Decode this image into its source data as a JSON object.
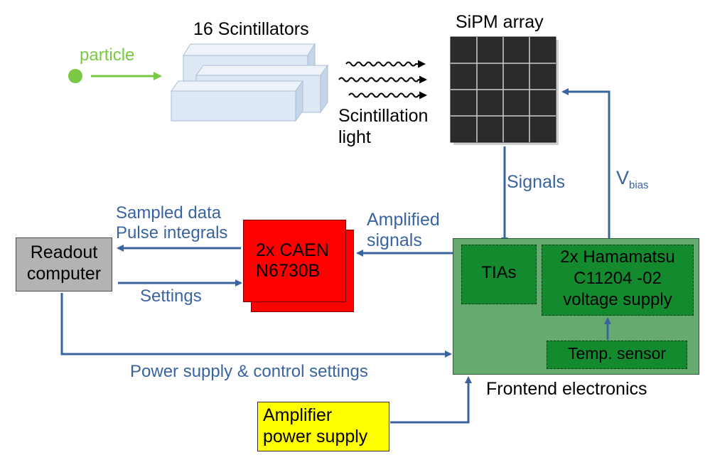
{
  "labels": {
    "particle": "particle",
    "scintillators": "16 Scintillators",
    "sipm": "SiPM array",
    "scint_light_1": "Scintillation",
    "scint_light_2": "light",
    "signals": "Signals",
    "vbias_main": "V",
    "vbias_sub": "bias",
    "sampled_data": "Sampled data",
    "pulse_integrals": "Pulse integrals",
    "amplified_1": "Amplified",
    "amplified_2": "signals",
    "settings": "Settings",
    "power_control": "Power supply & control settings",
    "frontend": "Frontend electronics"
  },
  "boxes": {
    "readout_1": "Readout",
    "readout_2": "computer",
    "caen_1": "2x CAEN",
    "caen_2": "N6730B",
    "tias": "TIAs",
    "hamamatsu_1": "2x Hamamatsu",
    "hamamatsu_2": "C11204 -02",
    "hamamatsu_3": "voltage supply",
    "temp_sensor": "Temp. sensor",
    "amp_ps_1": "Amplifier",
    "amp_ps_2": "power supply"
  },
  "colors": {
    "arrow_blue": "#3a64a0",
    "particle_green": "#7ac943",
    "caen_red": "#ff0000",
    "frontend_green": "#66aa70",
    "module_green": "#138a2e",
    "readout_gray": "#b3b3b3",
    "amp_yellow": "#ffff00",
    "scint_fill": "#dde8f4"
  }
}
